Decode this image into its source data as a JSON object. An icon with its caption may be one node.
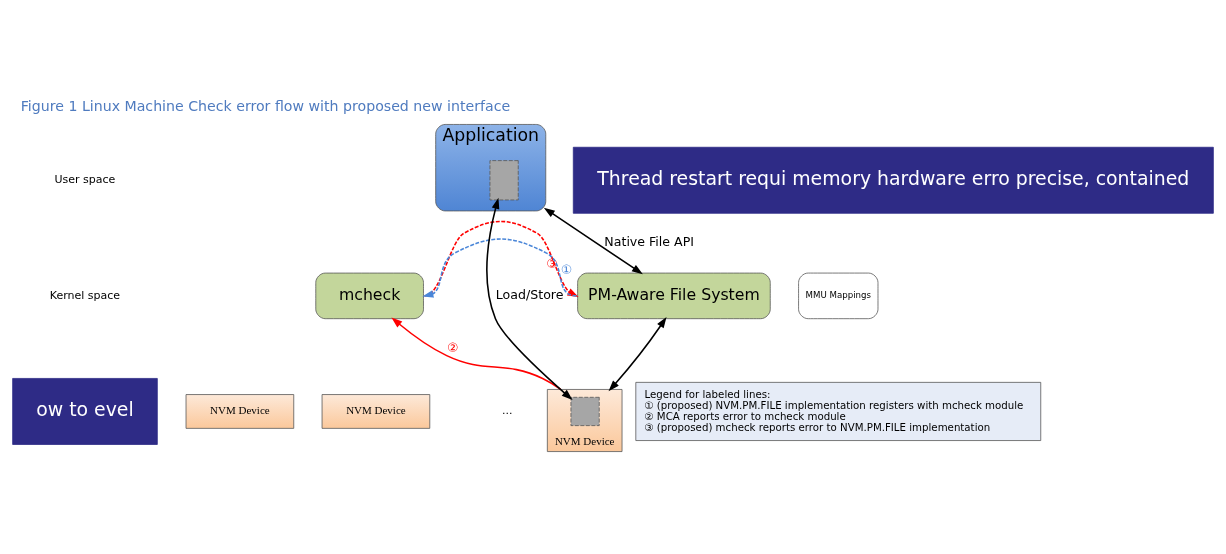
{
  "diagram": {
    "title": "Figure 1 Linux Machine Check error flow with proposed new interface",
    "nodes": [
      {
        "text": [
          "Application"
        ]
      },
      {
        "text": [],
        "shape": "box",
        "in": 0
      },
      {
        "text": [
          "mcheck"
        ]
      },
      {
        "text": [
          "PM-Aware File System"
        ]
      },
      {
        "text": [
          "MMU Mappings"
        ]
      },
      {
        "text": [
          "NVM Device"
        ]
      },
      {
        "text": [
          "NVM Device"
        ]
      },
      {
        "text": [
          "NVM Device"
        ]
      },
      {
        "text": [],
        "shape": "box",
        "in": 7
      },
      {
        "text": [
          "Legend for labeled lines:",
          "① (proposed) NVM.PM.FILE implementation registers with mcheck module",
          "② MCA reports error to mcheck module",
          "③ (proposed) mcheck reports error to NVM.PM.FILE implementation"
        ]
      },
      {
        "text": [
          "Thread restart requi memory hardware erro precise, contained"
        ]
      },
      {
        "text": [
          "ow to evel"
        ]
      }
    ],
    "edges": [
      {
        "from": 0,
        "to": 3,
        "arrow": "both",
        "label": "Native File API"
      },
      {
        "from": 1,
        "to": 8,
        "arrow": "both",
        "label": "Load/Store"
      },
      {
        "from": 3,
        "to": 2,
        "arrow": "to",
        "label": "①",
        "style": "dashed",
        "color": "#4a86d8"
      },
      {
        "from": 2,
        "to": 3,
        "arrow": "to",
        "label": "③",
        "style": "dashed",
        "color": "#ff0000"
      },
      {
        "from": 3,
        "to": 7,
        "arrow": "both"
      },
      {
        "from": 7,
        "to": 2,
        "arrow": "to",
        "label": "②",
        "color": "#ff0000"
      }
    ],
    "labels": [
      "User space",
      "Kernel space",
      "..."
    ]
  }
}
